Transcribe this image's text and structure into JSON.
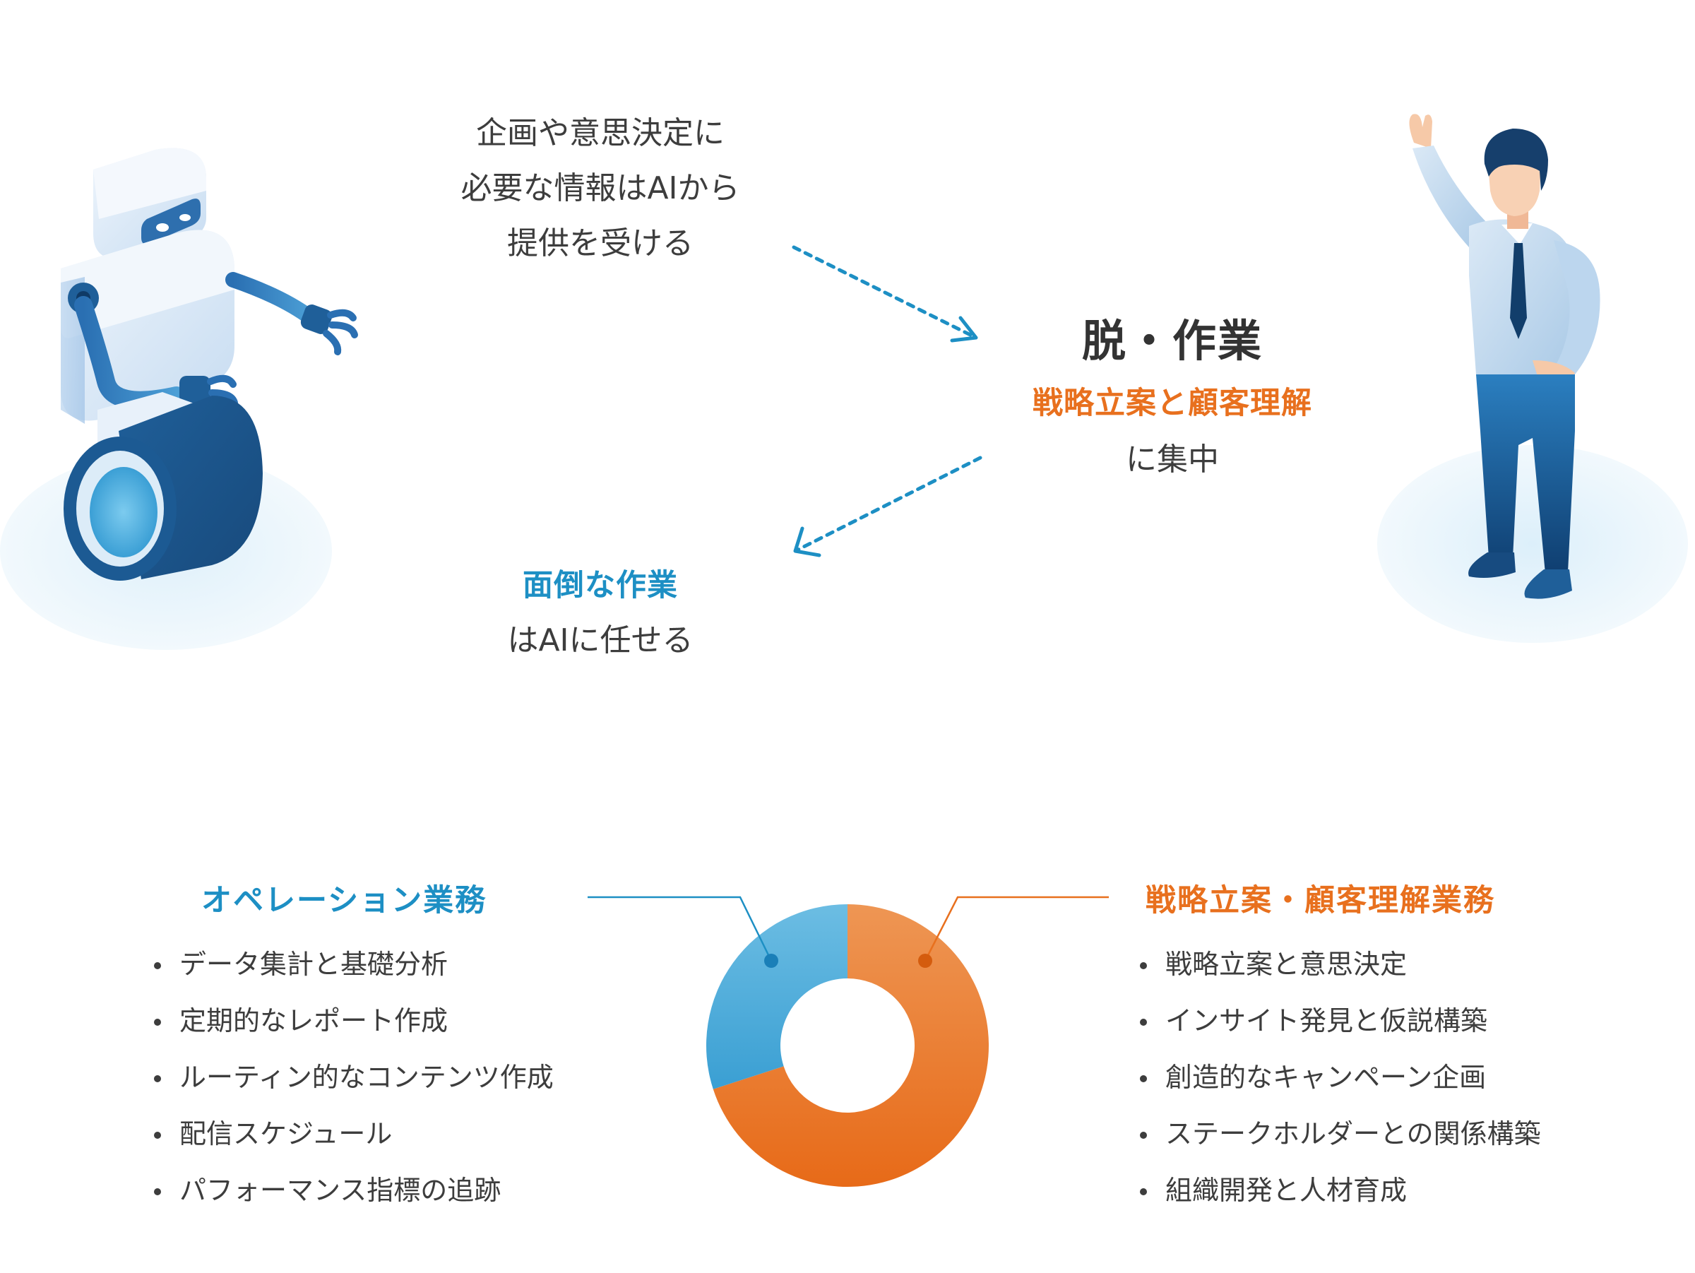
{
  "top_left": {
    "lines": [
      "企画や意思決定に",
      "必要な情報はAIから",
      "提供を受ける"
    ]
  },
  "center": {
    "title": "脱・作業",
    "highlight": "戦略立案と顧客理解",
    "sub": "に集中"
  },
  "bottom_left": {
    "highlight": "面倒な作業",
    "sub": "はAIに任せる"
  },
  "operations": {
    "title": "オペレーション業務",
    "items": [
      "データ集計と基礎分析",
      "定期的なレポート作成",
      "ルーティン的なコンテンツ作成",
      "配信スケジュール",
      "パフォーマンス指標の追跡"
    ]
  },
  "strategy": {
    "title": "戦略立案・顧客理解業務",
    "items": [
      "戦略立案と意思決定",
      "インサイト発見と仮説構築",
      "創造的なキャンペーン企画",
      "ステークホルダーとの関係構築",
      "組織開発と人材育成"
    ]
  },
  "colors": {
    "blue": "#1d8fc4",
    "orange": "#e8701e",
    "text": "#3d3d3d"
  },
  "chart_data": {
    "type": "pie",
    "donut": true,
    "categories": [
      "戦略立案・顧客理解業務",
      "オペレーション業務"
    ],
    "values": [
      70,
      30
    ],
    "colors": [
      "#e8701e",
      "#3ea6d8"
    ],
    "title": ""
  }
}
